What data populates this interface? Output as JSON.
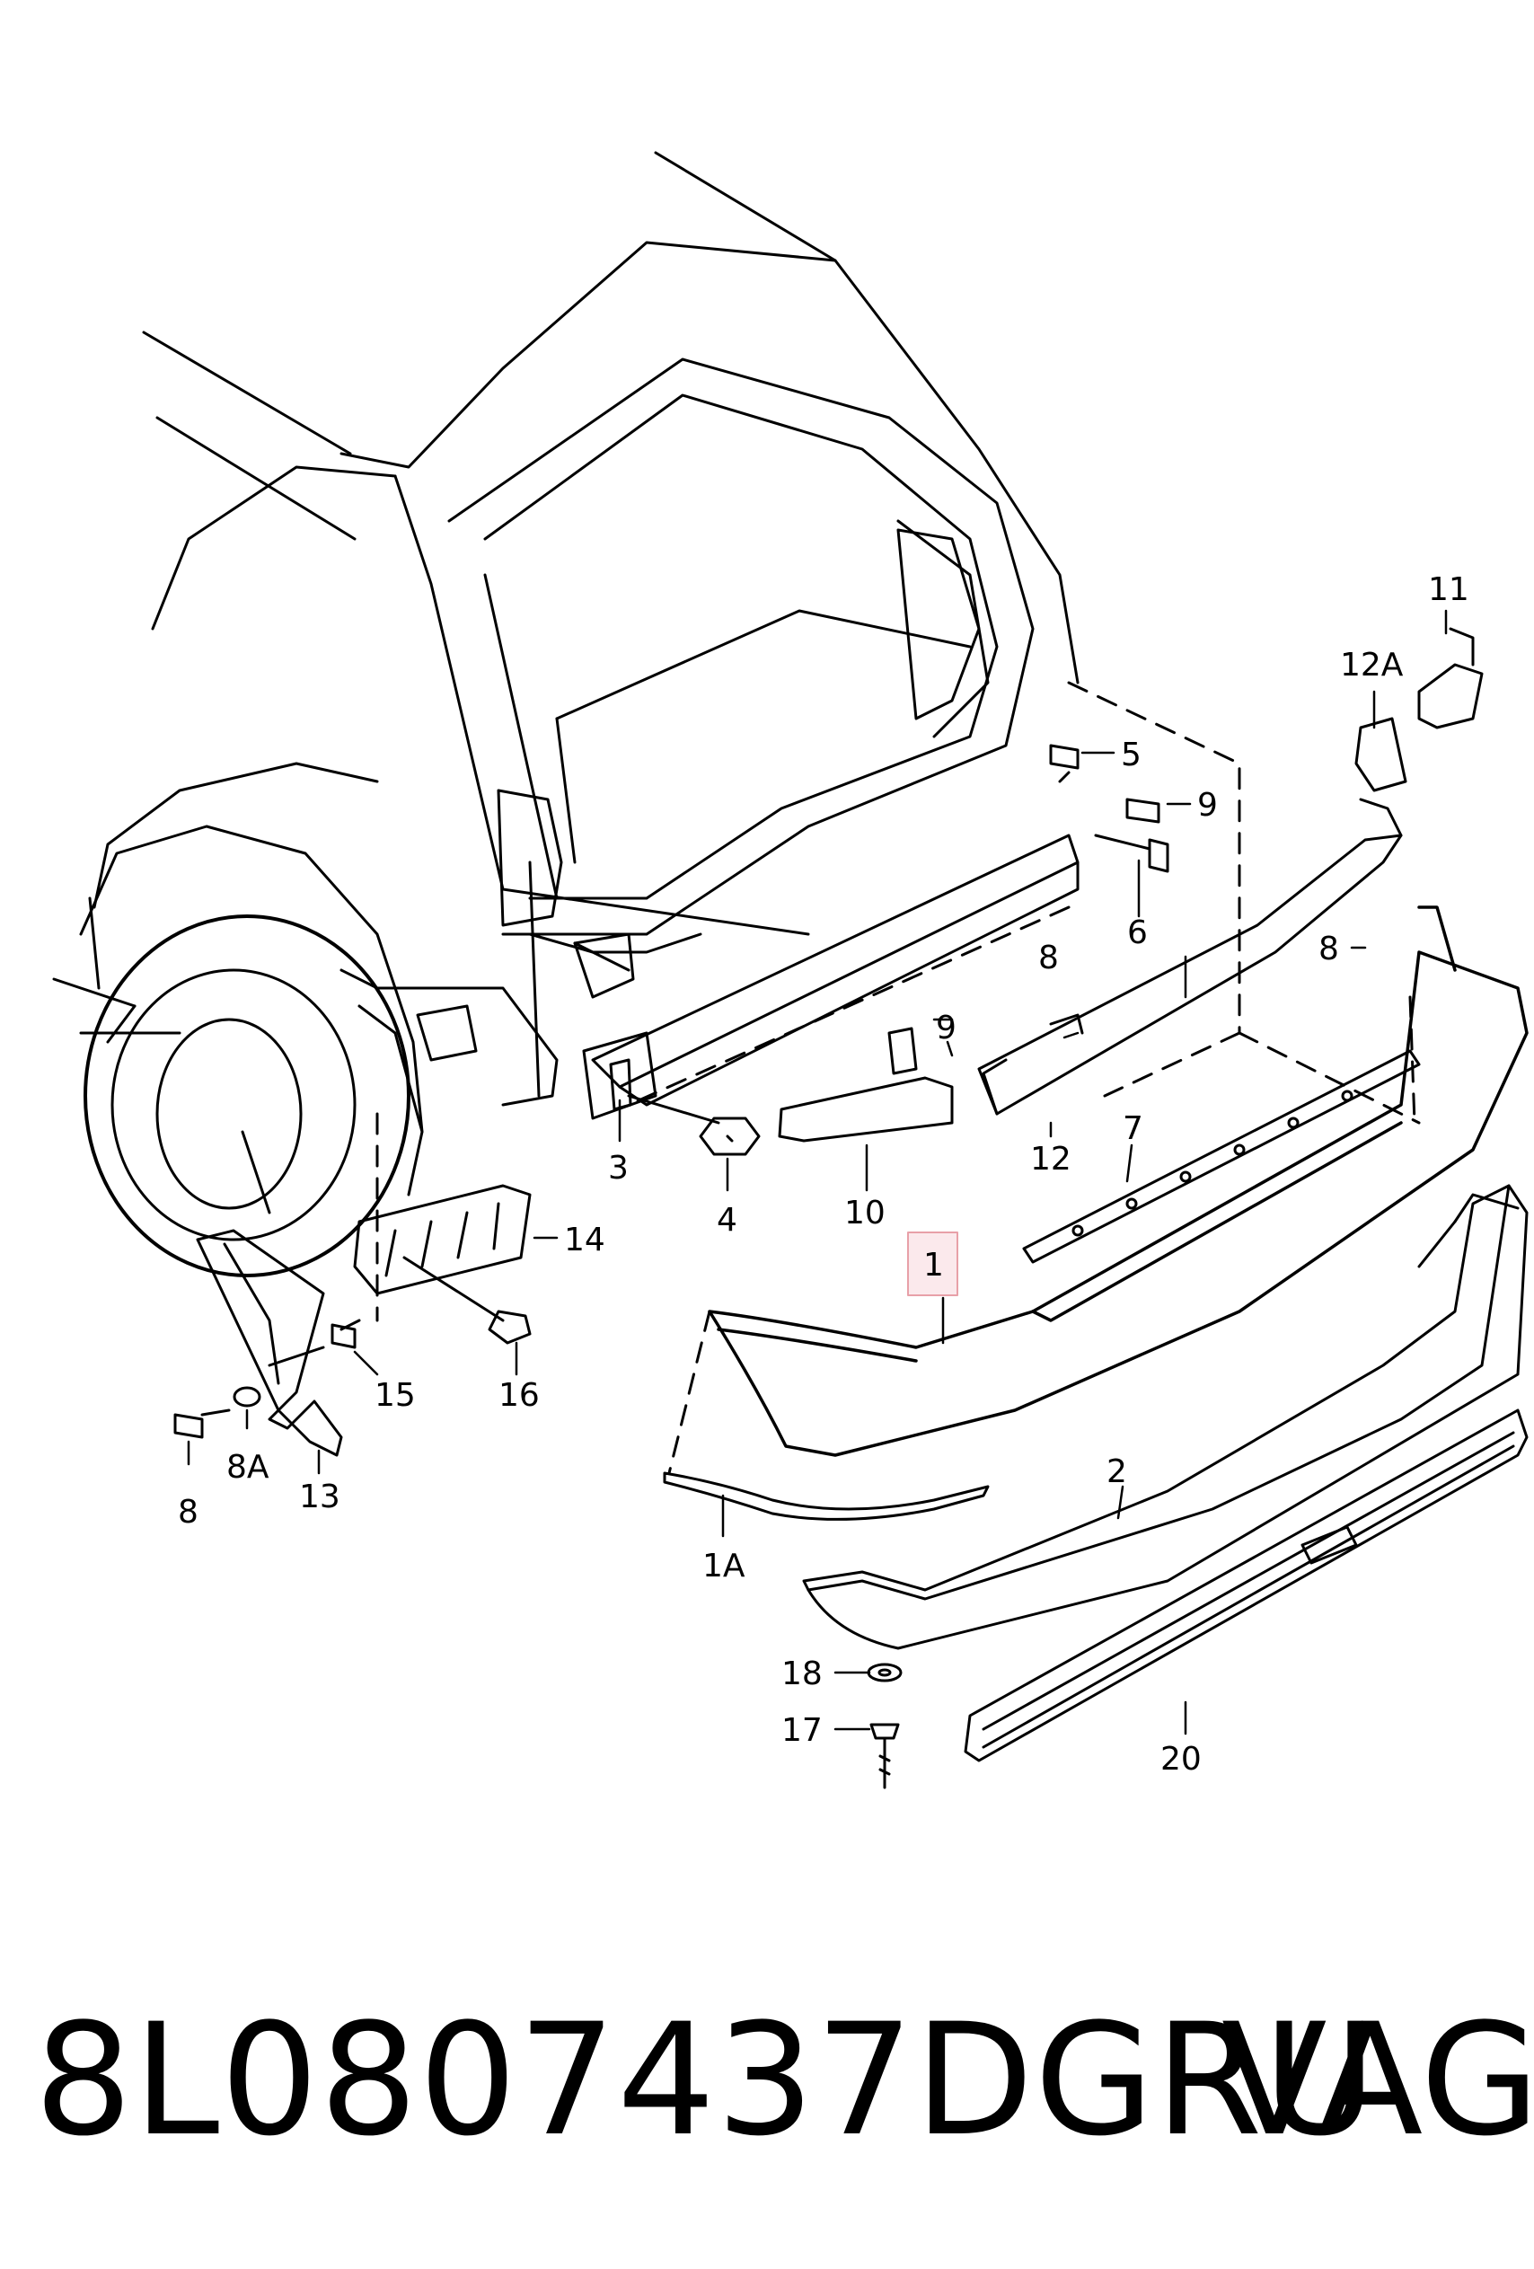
{
  "part_number": "8L0807437DGRU",
  "brand": "VAG",
  "highlight_color": "#e8a0a8",
  "callouts": {
    "c1": "1",
    "c1a": "1A",
    "c2": "2",
    "c3": "3",
    "c4": "4",
    "c5": "5",
    "c6": "6",
    "c7": "7",
    "c8_top": "8",
    "c8_right": "8",
    "c8_left": "8",
    "c8a": "8A",
    "c9_top": "9",
    "c9_mid": "9",
    "c10": "10",
    "c11": "11",
    "c12": "12",
    "c12a": "12A",
    "c13": "13",
    "c14": "14",
    "c15": "15",
    "c16": "16",
    "c17": "17",
    "c18": "18",
    "c20": "20"
  }
}
